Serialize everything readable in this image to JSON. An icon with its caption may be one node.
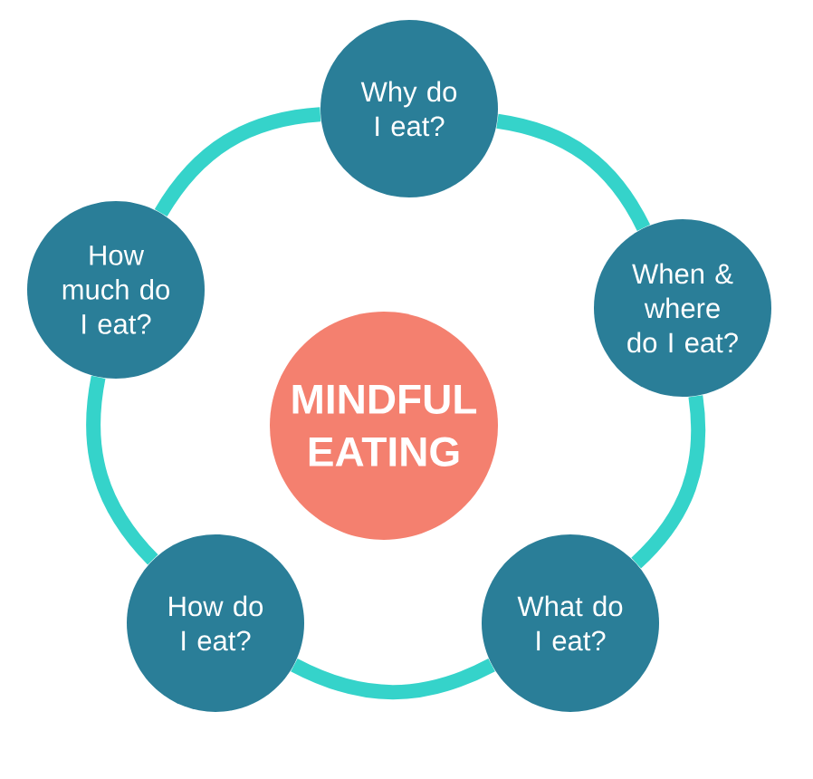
{
  "diagram": {
    "nodes": [
      {
        "text": [
          "Why do I eat?"
        ]
      },
      {
        "text": [
          "When & where do I eat?"
        ]
      },
      {
        "text": [
          "What do I eat?"
        ]
      },
      {
        "text": [
          "How do I eat?"
        ]
      },
      {
        "text": [
          "How much do I eat?"
        ]
      },
      {
        "text": [
          "MINDFUL EATING"
        ]
      }
    ],
    "edges": [
      {
        "from": 0,
        "to": 1,
        "arrow": "none"
      },
      {
        "from": 1,
        "to": 2,
        "arrow": "none"
      },
      {
        "from": 2,
        "to": 3,
        "arrow": "none"
      },
      {
        "from": 3,
        "to": 4,
        "arrow": "none"
      },
      {
        "from": 4,
        "to": 0,
        "arrow": "none"
      }
    ]
  }
}
